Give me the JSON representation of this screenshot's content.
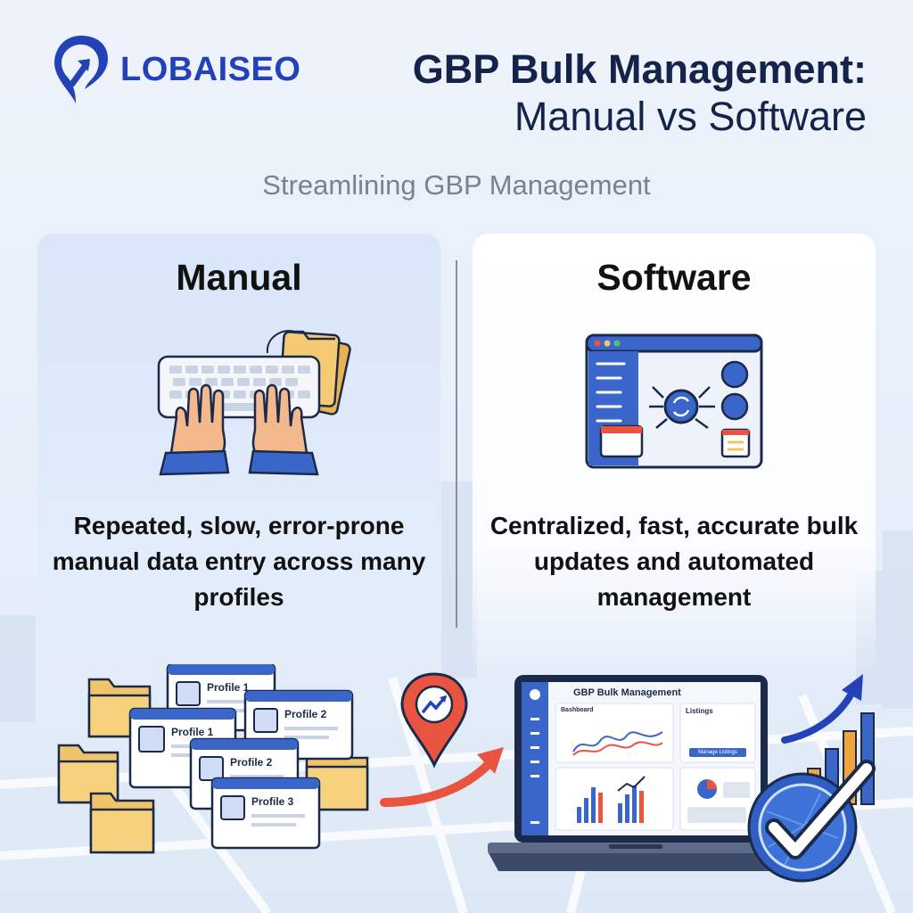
{
  "brand": {
    "name": "LOBAISEO"
  },
  "header": {
    "title_line1": "GBP Bulk Management:",
    "title_line2": "Manual vs Software",
    "subtitle": "Streamlining GBP Management"
  },
  "manual": {
    "title": "Manual",
    "description": "Repeated, slow, error-prone manual data entry across many profiles",
    "profiles": [
      "Profile 1",
      "Profile 2",
      "Profile 1",
      "Profile 2",
      "Profile 3"
    ]
  },
  "software": {
    "title": "Software",
    "description": "Centralized, fast, accurate bulk updates and automated management",
    "dashboard": {
      "window_title": "GBP Bulk Management",
      "card_dashboard": "Bashboard",
      "card_listings": "Listings",
      "button": "Manage Listings"
    }
  },
  "colors": {
    "brand": "#2342b8",
    "title": "#14234a",
    "accent_blue": "#3a66c9",
    "folder": "#f1c46a",
    "pin_red": "#e8543f",
    "check_blue": "#2f5fc4"
  }
}
